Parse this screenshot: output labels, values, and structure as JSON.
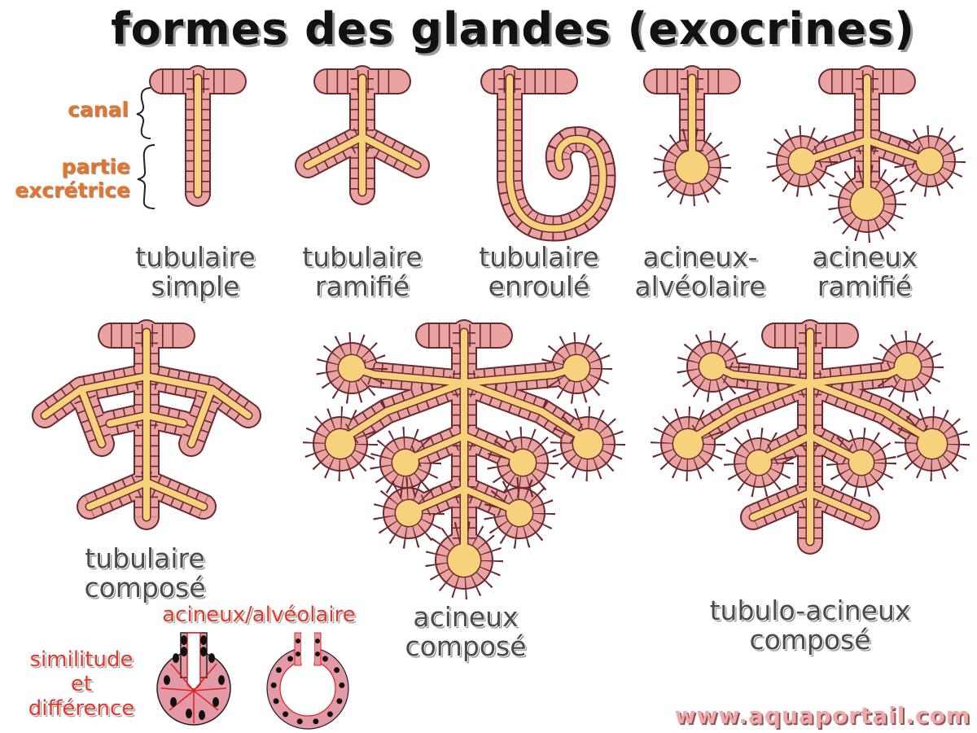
{
  "title": "formes des glandes (exocrines)",
  "annotations": {
    "canal": "canal",
    "partie_excretrice": [
      "partie",
      "excrétrice"
    ]
  },
  "glands": [
    {
      "name": "tubulaire-simple",
      "label": [
        "tubulaire",
        "simple"
      ]
    },
    {
      "name": "tubulaire-ramifie",
      "label": [
        "tubulaire",
        "ramifié"
      ]
    },
    {
      "name": "tubulaire-enroule",
      "label": [
        "tubulaire",
        "enroulé"
      ]
    },
    {
      "name": "acineux-alveolaire",
      "label": [
        "acineux-",
        "alvéolaire"
      ]
    },
    {
      "name": "acineux-ramifie",
      "label": [
        "acineux",
        "ramifié"
      ]
    },
    {
      "name": "tubulaire-compose",
      "label": [
        "tubulaire",
        "composé"
      ]
    },
    {
      "name": "acineux-compose",
      "label": [
        "acineux",
        "composé"
      ]
    },
    {
      "name": "tubulo-acineux-compose",
      "label": [
        "tubulo-acineux",
        "composé"
      ]
    }
  ],
  "comparison": {
    "heading": "acineux/alvéolaire",
    "side_label": [
      "similitude",
      "et",
      "différence"
    ]
  },
  "watermark": "www.aquaportail.com",
  "colors": {
    "cell": "#e9a3a0",
    "outline": "#6b2a30",
    "lumen": "#f6d27c",
    "title": "#111111",
    "label": "#4a4a4a",
    "orange": "#e2762c",
    "red": "#e03a2e"
  }
}
